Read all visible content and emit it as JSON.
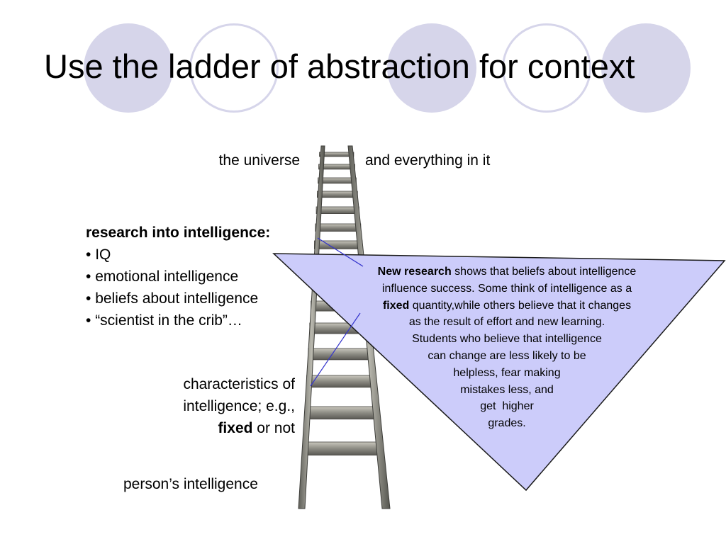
{
  "slide": {
    "title": "Use the ladder of abstraction for context",
    "colors": {
      "decor_circle": "#d6d5ea",
      "callout_fill": "#ccccfa",
      "callout_border": "#1a1a1a",
      "pointer_line": "#3333cc"
    }
  },
  "ladder": {
    "top_left": "the universe",
    "top_right": "and everything in it",
    "research": {
      "heading": "research into intelligence:",
      "items": [
        "IQ",
        "emotional intelligence",
        "beliefs about intelligence",
        "“scientist in the crib”…"
      ]
    },
    "characteristics": {
      "line1": "characteristics of",
      "line2": "intelligence; e.g.,",
      "line3_bold": "fixed",
      "line3_rest": " or not"
    },
    "bottom": "person’s intelligence"
  },
  "callout": {
    "l1_bold": "New research",
    "l1_rest": " shows that beliefs about intelligence",
    "l2": "influence success. Some think of intelligence as a",
    "l3_bold": "fixed",
    "l3_rest": " quantity,while others believe that it changes",
    "l4": "as the result of effort and new learning.",
    "l5": "Students who believe that intelligence",
    "l6": "can change are less likely to be",
    "l7": "helpless, fear making",
    "l8": "mistakes less, and",
    "l9": "get  higher",
    "l10": "grades."
  }
}
